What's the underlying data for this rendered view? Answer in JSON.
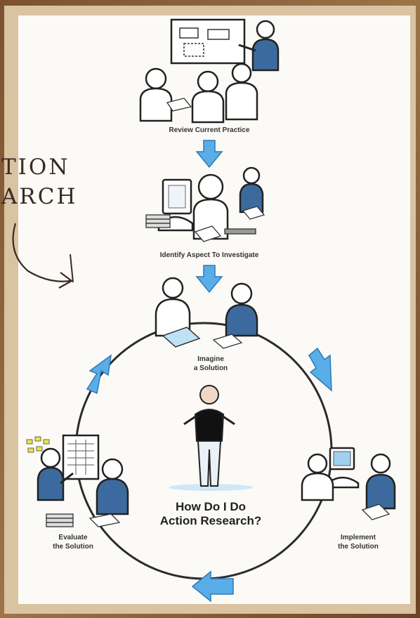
{
  "side_title": {
    "line1": "TION",
    "line2": "ARCH"
  },
  "steps": {
    "review": "Review Current Practice",
    "identify": "Identify Aspect To Investigate",
    "imagine": "Imagine\na Solution",
    "implement": "Implement\nthe Solution",
    "evaluate": "Evaluate\nthe Solution"
  },
  "center_question": "How Do I Do\nAction Research?",
  "colors": {
    "accent_blue": "#3d6a9e",
    "arrow_blue": "#5aaee8",
    "paper": "#fbfaf7",
    "border_brown": "#6b4426"
  }
}
